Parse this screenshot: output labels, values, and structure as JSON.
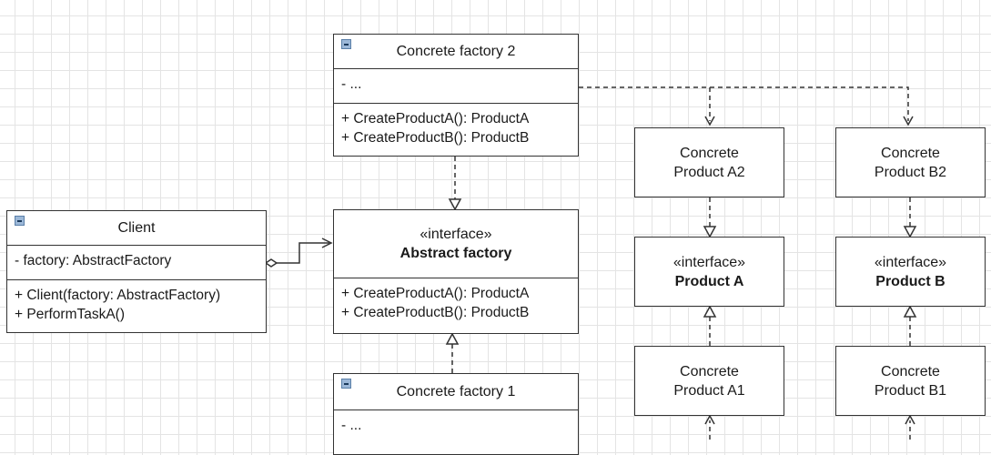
{
  "client": {
    "name": "Client",
    "attributes": [
      "- factory: AbstractFactory"
    ],
    "methods": [
      "+ Client(factory: AbstractFactory)",
      "+ PerformTaskA()"
    ]
  },
  "abstract_factory": {
    "stereotype": "«interface»",
    "name": "Abstract factory",
    "methods": [
      "+ CreateProductA(): ProductA",
      "+ CreateProductB(): ProductB"
    ]
  },
  "concrete_factory_2": {
    "name": "Concrete factory 2",
    "attributes": [
      "- ..."
    ],
    "methods": [
      "+ CreateProductA(): ProductA",
      "+ CreateProductB(): ProductB"
    ]
  },
  "concrete_factory_1": {
    "name": "Concrete factory 1",
    "attributes": [
      "- ..."
    ]
  },
  "product_a": {
    "stereotype": "«interface»",
    "name": "Product A"
  },
  "product_b": {
    "stereotype": "«interface»",
    "name": "Product B"
  },
  "concrete_product_a2": {
    "line1": "Concrete",
    "line2": "Product A2"
  },
  "concrete_product_b2": {
    "line1": "Concrete",
    "line2": "Product B2"
  },
  "concrete_product_a1": {
    "line1": "Concrete",
    "line2": "Product A1"
  },
  "concrete_product_b1": {
    "line1": "Concrete",
    "line2": "Product B1"
  },
  "colors": {
    "border": "#333333",
    "grid": "#e4e4e4",
    "collapse_icon": "#9cb8d8"
  }
}
